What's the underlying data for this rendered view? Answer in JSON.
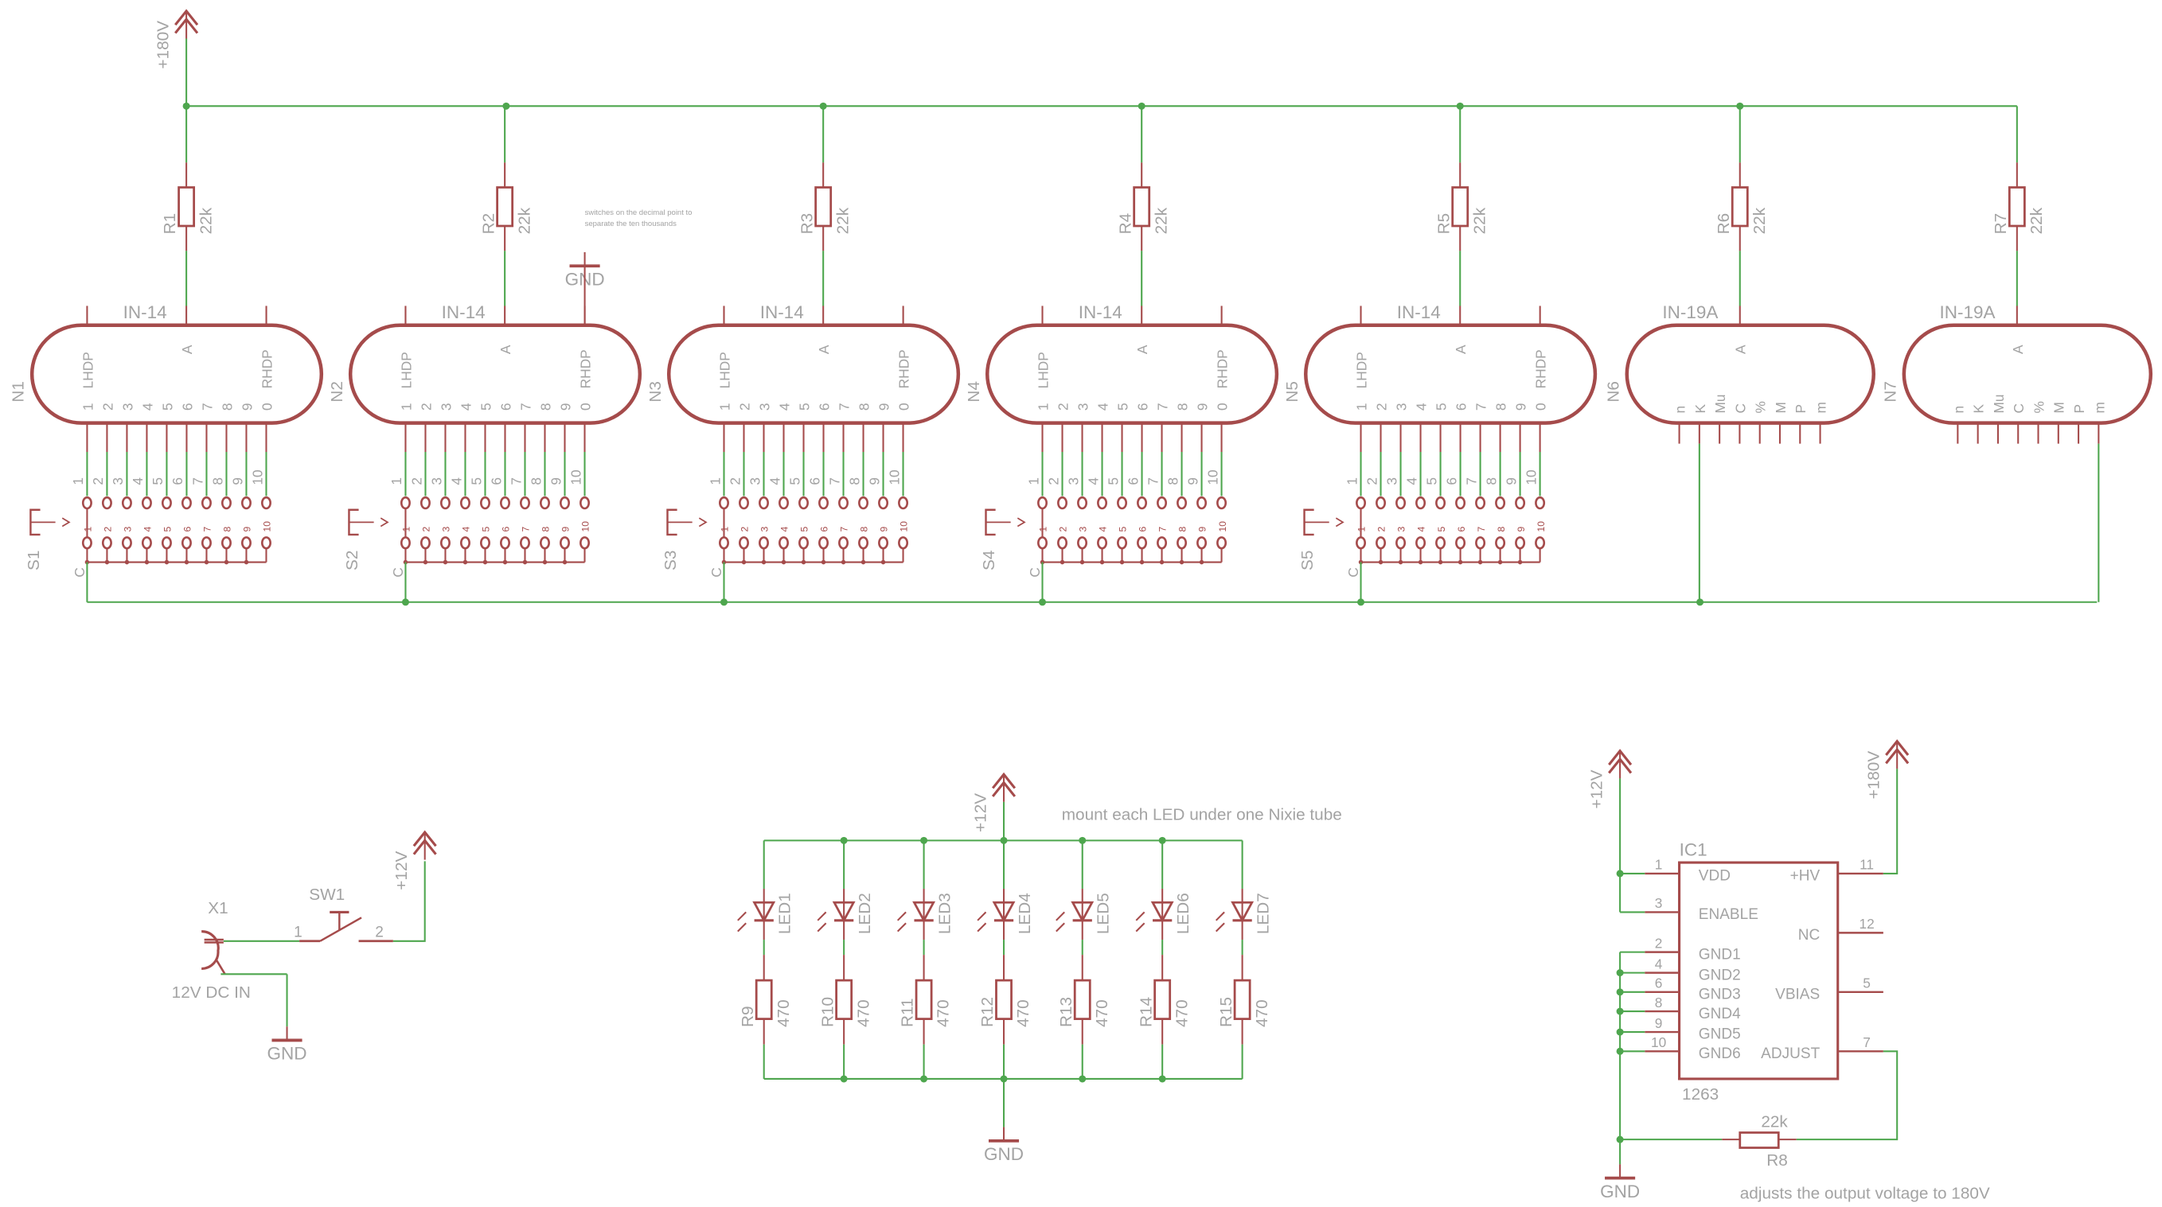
{
  "colors": {
    "symbol": "#a54b4b",
    "wire": "#4ea64e",
    "text": "#a3a3a3"
  },
  "power": {
    "v180": "+180V",
    "v12": "+12V",
    "gnd": "GND"
  },
  "nixie_tubes": [
    {
      "ref": "N1",
      "type": "IN-14",
      "switch": "S1",
      "resistor": "R1",
      "value": "22k"
    },
    {
      "ref": "N2",
      "type": "IN-14",
      "switch": "S2",
      "resistor": "R2",
      "value": "22k"
    },
    {
      "ref": "N3",
      "type": "IN-14",
      "switch": "S3",
      "resistor": "R3",
      "value": "22k"
    },
    {
      "ref": "N4",
      "type": "IN-14",
      "switch": "S4",
      "resistor": "R4",
      "value": "22k"
    },
    {
      "ref": "N5",
      "type": "IN-14",
      "switch": "S5",
      "resistor": "R5",
      "value": "22k"
    }
  ],
  "in14_pins": {
    "left_dp": "LHDP",
    "anode": "A",
    "right_dp": "RHDP",
    "digits": [
      "1",
      "2",
      "3",
      "4",
      "5",
      "6",
      "7",
      "8",
      "9",
      "0"
    ]
  },
  "switch_pins": [
    "1",
    "2",
    "3",
    "4",
    "5",
    "6",
    "7",
    "8",
    "9",
    "10"
  ],
  "switch_common": "C",
  "in19_tubes": [
    {
      "ref": "N6",
      "type": "IN-19A",
      "resistor": "R6",
      "value": "22k"
    },
    {
      "ref": "N7",
      "type": "IN-19A",
      "resistor": "R7",
      "value": "22k"
    }
  ],
  "in19_pins": {
    "anode": "A",
    "symbols": [
      "n",
      "K",
      "Mu",
      "C",
      "%",
      "M",
      "P",
      "m"
    ]
  },
  "note_dp": [
    "switches on the decimal point to",
    "separate the ten thousands"
  ],
  "power_input": {
    "jack": "X1",
    "jack_label": "12V DC IN",
    "switch": "SW1",
    "pin1": "1",
    "pin2": "2"
  },
  "leds": {
    "note": "mount each LED under one Nixie tube",
    "items": [
      {
        "led": "LED1",
        "res": "R9",
        "value": "470"
      },
      {
        "led": "LED2",
        "res": "R10",
        "value": "470"
      },
      {
        "led": "LED3",
        "res": "R11",
        "value": "470"
      },
      {
        "led": "LED4",
        "res": "R12",
        "value": "470"
      },
      {
        "led": "LED5",
        "res": "R13",
        "value": "470"
      },
      {
        "led": "LED6",
        "res": "R14",
        "value": "470"
      },
      {
        "led": "LED7",
        "res": "R15",
        "value": "470"
      }
    ]
  },
  "hv_supply": {
    "ref": "IC1",
    "part": "1263",
    "left_pins": [
      {
        "num": "1",
        "name": "VDD"
      },
      {
        "num": "3",
        "name": "ENABLE"
      },
      {
        "num": "2",
        "name": "GND1"
      },
      {
        "num": "4",
        "name": "GND2"
      },
      {
        "num": "6",
        "name": "GND3"
      },
      {
        "num": "8",
        "name": "GND4"
      },
      {
        "num": "9",
        "name": "GND5"
      },
      {
        "num": "10",
        "name": "GND6"
      }
    ],
    "right_pins": [
      {
        "num": "11",
        "name": "+HV"
      },
      {
        "num": "12",
        "name": "NC"
      },
      {
        "num": "5",
        "name": "VBIAS"
      },
      {
        "num": "7",
        "name": "ADJUST"
      }
    ],
    "r8": {
      "ref": "R8",
      "value": "22k"
    },
    "note": "adjusts the output voltage to 180V"
  }
}
